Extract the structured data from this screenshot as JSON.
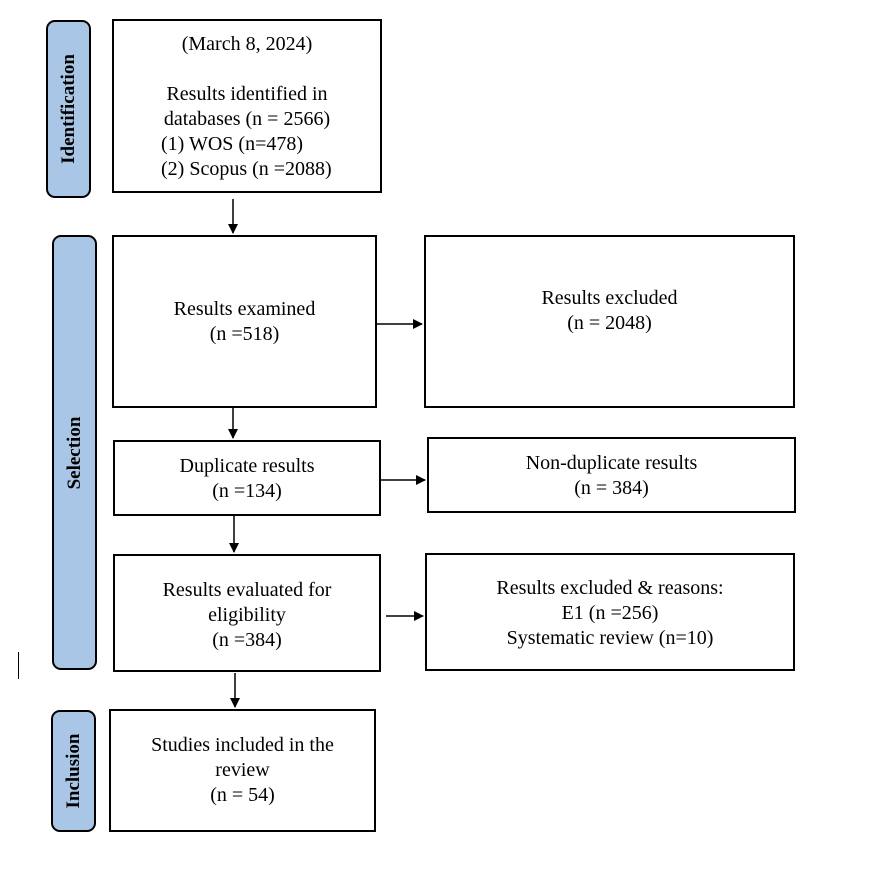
{
  "phases": {
    "identification": "Identification",
    "selection": "Selection",
    "inclusion": "Inclusion"
  },
  "boxes": {
    "identified": {
      "date": "(March 8, 2024)",
      "line1": "Results identified in",
      "line2": "databases (n = 2566)",
      "line3": "(1) WOS (n=478)",
      "line4": "(2) Scopus (n =2088)"
    },
    "examined": {
      "line1": "Results examined",
      "line2": "(n =518)"
    },
    "excluded": {
      "line1": "Results excluded",
      "line2": "(n = 2048)"
    },
    "duplicate": {
      "line1": "Duplicate results",
      "line2": "(n =134)"
    },
    "non_duplicate": {
      "line1": "Non-duplicate results",
      "line2": "(n = 384)"
    },
    "eligibility": {
      "line1": "Results evaluated for",
      "line2": "eligibility",
      "line3": "(n =384)"
    },
    "excluded_reasons": {
      "line1": "Results excluded & reasons:",
      "line2": "E1 (n =256)",
      "line3": "Systematic review (n=10)"
    },
    "included": {
      "line1": "Studies included in the",
      "line2": "review",
      "line3": "(n = 54)"
    }
  },
  "colors": {
    "phase_fill": "#a9c6e6",
    "stroke": "#000000"
  }
}
